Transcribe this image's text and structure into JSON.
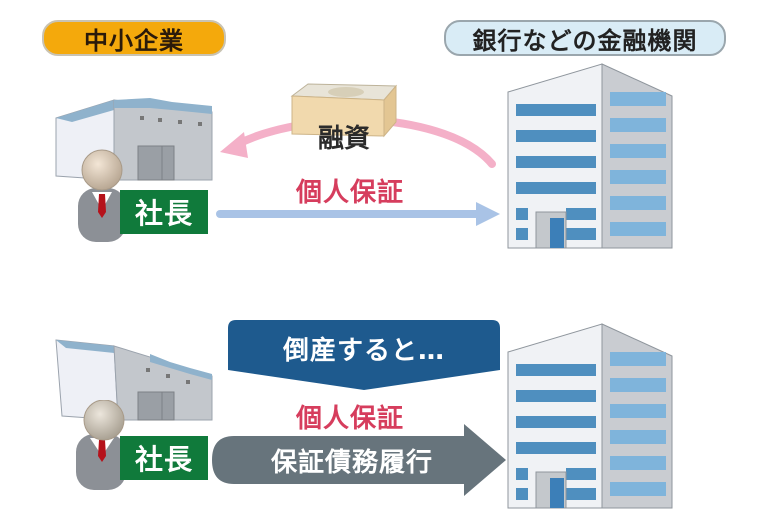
{
  "top_section": {
    "sme_label": "中小企業",
    "bank_label": "銀行などの金融機関",
    "loan_label": "融資",
    "guarantee_label": "個人保証",
    "president_label": "社長"
  },
  "bottom_section": {
    "bankruptcy_banner": "倒産すると…",
    "guarantee_label": "個人保証",
    "performance_arrow_label": "保証債務履行",
    "president_label": "社長"
  },
  "colors": {
    "sme_pill": "#f4a90c",
    "bank_pill": "#d9ecf6",
    "loan_arrow": "#f4b0c8",
    "guarantee_arrow": "#a9c3e6",
    "guarantee_text": "#d63d5d",
    "president_tag": "#107a3b",
    "banner": "#1e5a8e",
    "performance_arrow": "#67747c"
  }
}
